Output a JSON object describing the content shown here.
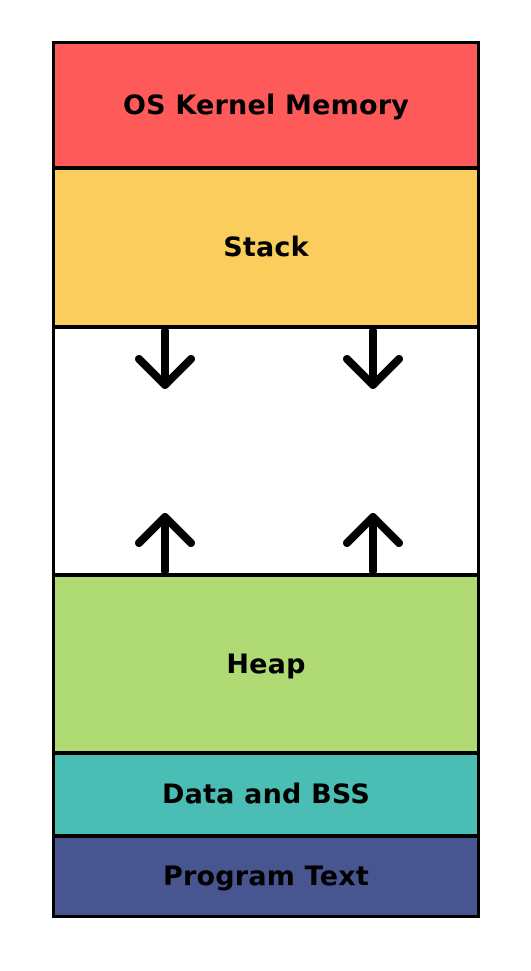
{
  "segments": {
    "kernel": {
      "label": "OS Kernel Memory",
      "color": "#FD5A59"
    },
    "stack": {
      "label": "Stack",
      "color": "#FACD5D"
    },
    "free": {
      "label": "",
      "color": "#FFFFFF"
    },
    "heap": {
      "label": "Heap",
      "color": "#B0DA74"
    },
    "data": {
      "label": "Data and BSS",
      "color": "#4ABDB4"
    },
    "text": {
      "label": "Program Text",
      "color": "#475590"
    }
  },
  "arrows": {
    "stack_growth": "arrow-down-icon",
    "heap_growth": "arrow-up-icon"
  }
}
